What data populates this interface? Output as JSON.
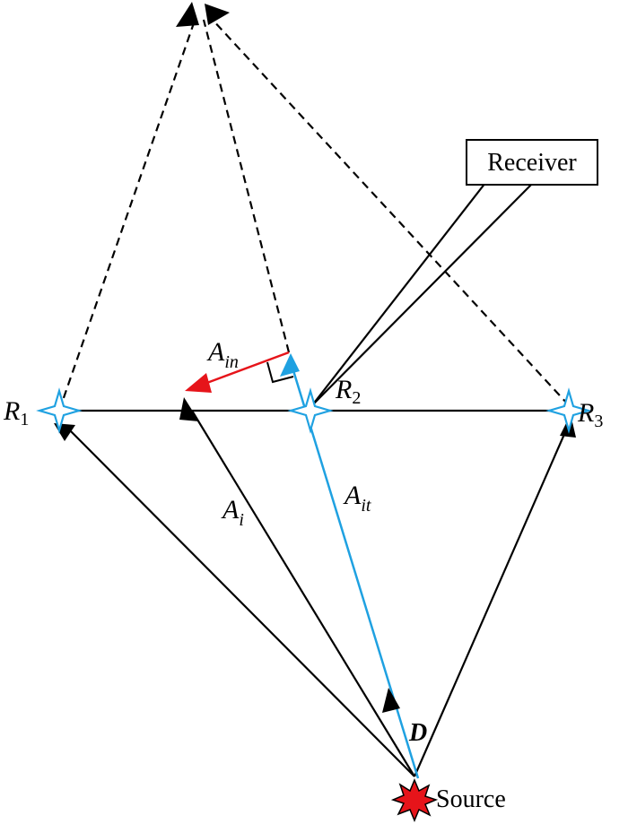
{
  "labels": {
    "r1": "R",
    "r1_sub": "1",
    "r2": "R",
    "r2_sub": "2",
    "r3": "R",
    "r3_sub": "3",
    "a_i": "A",
    "a_i_sub": "i",
    "a_it": "A",
    "a_it_sub": "it",
    "a_in": "A",
    "a_in_sub": "in",
    "d": "D",
    "source": "Source",
    "receiver": "Receiver"
  },
  "colors": {
    "black": "#000000",
    "blue": "#1fa1e1",
    "red": "#e6141a",
    "receiver_marker": "#1fa1e1",
    "source_burst": "#e6141a"
  },
  "icons": {
    "receiver_marker": "four-point-star-icon",
    "source_marker": "explosion-burst-icon"
  }
}
